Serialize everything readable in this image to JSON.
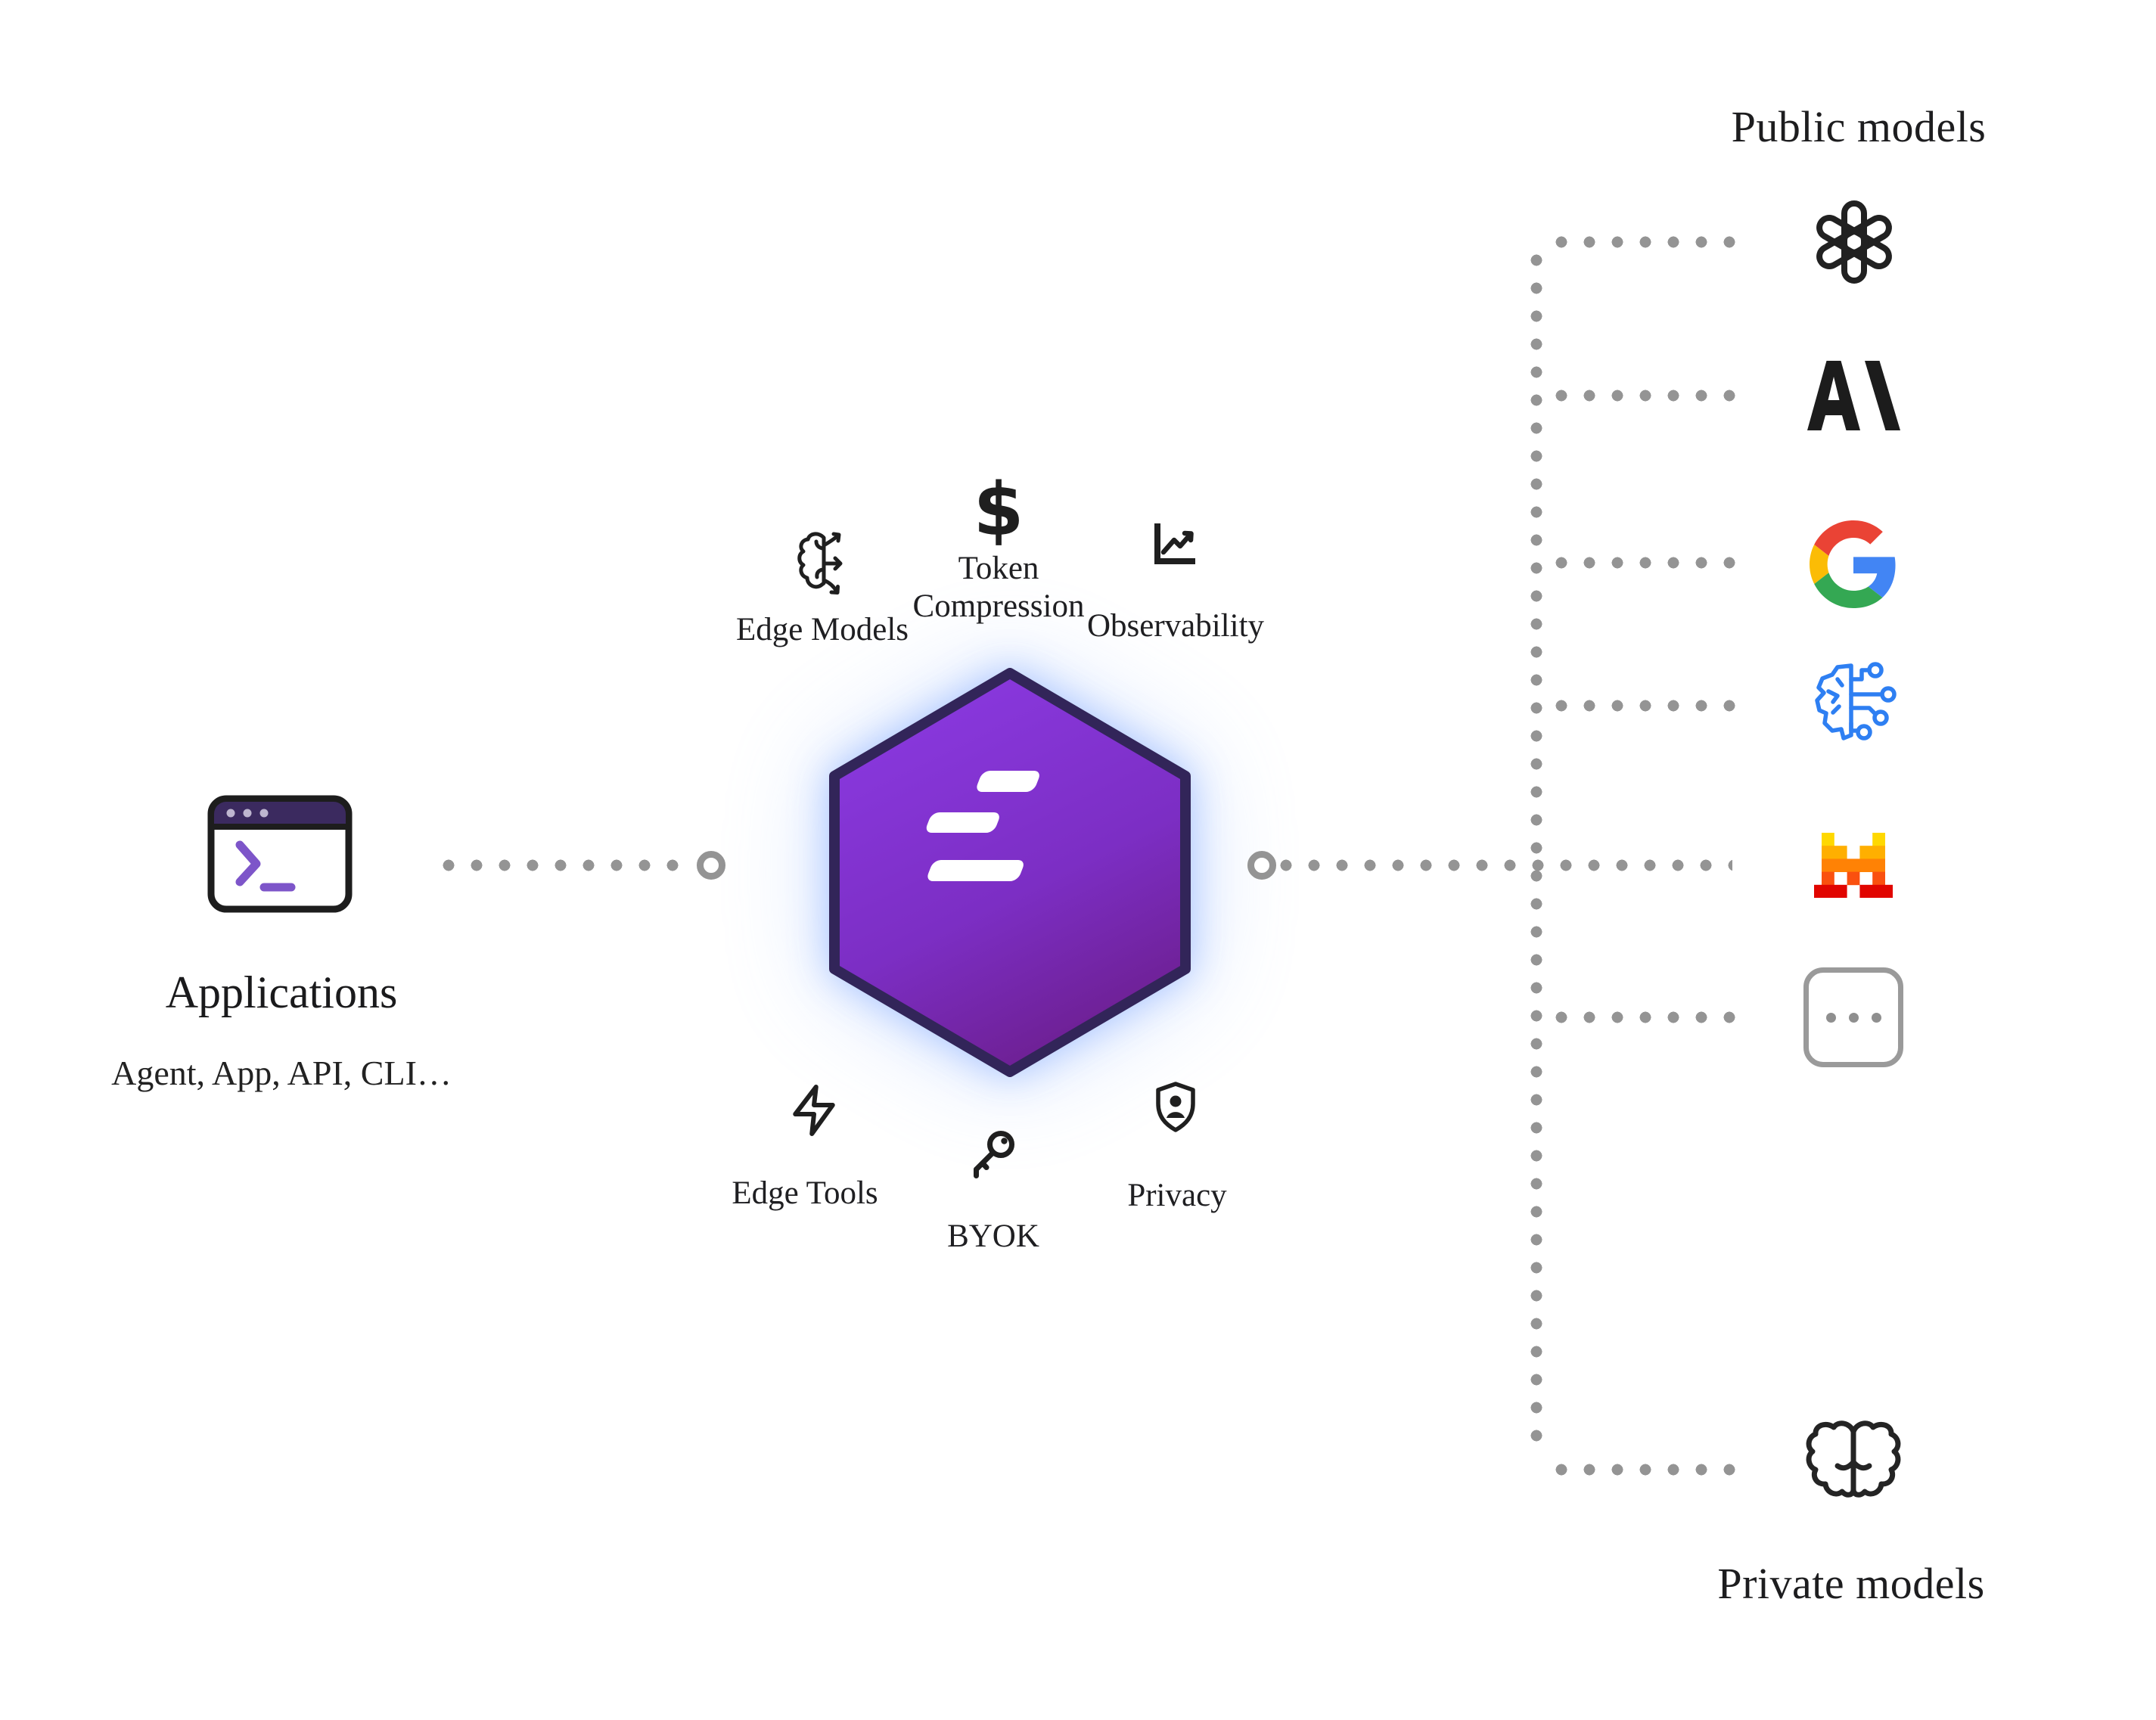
{
  "applications": {
    "title": "Applications",
    "subtitle": "Agent, App, API, CLI…",
    "icon": "terminal-window-icon"
  },
  "hub": {
    "icon": "edgee-hexagon-logo",
    "colors": {
      "gradient_top": "#8a39e0",
      "gradient_bottom": "#6b1d8a",
      "border": "#322559",
      "glow": "#a8c6ff",
      "bars": "#ffffff"
    }
  },
  "features": {
    "top": [
      {
        "label": "Edge Models",
        "icon": "brain-arrows-icon"
      },
      {
        "label": "Token Compression",
        "icon": "dollar-icon",
        "glyph": "$"
      },
      {
        "label": "Observability",
        "icon": "chart-line-icon"
      }
    ],
    "bottom": [
      {
        "label": "Edge Tools",
        "icon": "lightning-icon"
      },
      {
        "label": "BYOK",
        "icon": "key-icon"
      },
      {
        "label": "Privacy",
        "icon": "shield-user-icon"
      }
    ]
  },
  "models": {
    "public_heading": "Public models",
    "private_heading": "Private models",
    "provider_icons": [
      "openai-logo",
      "anthropic-logo",
      "google-logo",
      "brain-circuit-logo",
      "mistral-logo",
      "ellipsis-box-icon",
      "brain-icon"
    ]
  },
  "colors": {
    "connector_dot": "#949494",
    "text": "#1d1d1f",
    "app_header_purple": "#3b2a5f",
    "prompt_purple": "#7d55c9",
    "brain_circuit_blue": "#2e7ff2",
    "google": [
      "#EA4335",
      "#FBBC05",
      "#34A853",
      "#4285F4"
    ],
    "mistral": [
      "#FFD800",
      "#FFAF00",
      "#FF8205",
      "#FA500F",
      "#E10500"
    ]
  }
}
